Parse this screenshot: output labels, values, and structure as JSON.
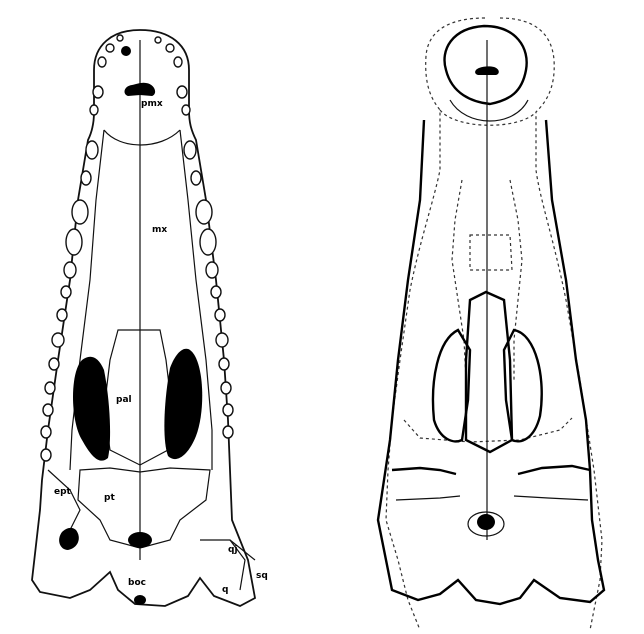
{
  "figure": {
    "left_panel": {
      "labels": {
        "pmx": "pmx",
        "mx": "mx",
        "pal": "pal",
        "ept": "ept",
        "pt": "pt",
        "boc": "boc",
        "qj": "qj",
        "q": "q",
        "sq": "sq"
      }
    },
    "right_panel": {}
  },
  "colors": {
    "ink": "#000000",
    "paper": "#ffffff"
  }
}
